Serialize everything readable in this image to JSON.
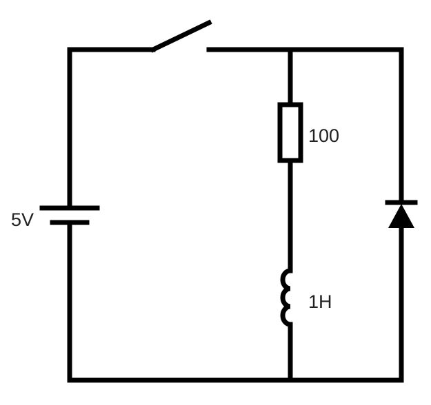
{
  "diagram": {
    "battery": {
      "label": "5V"
    },
    "resistor": {
      "label": "100"
    },
    "inductor": {
      "label": "1H"
    }
  },
  "colors": {
    "stroke": "#000000",
    "text": "#222222",
    "background": "#ffffff"
  }
}
